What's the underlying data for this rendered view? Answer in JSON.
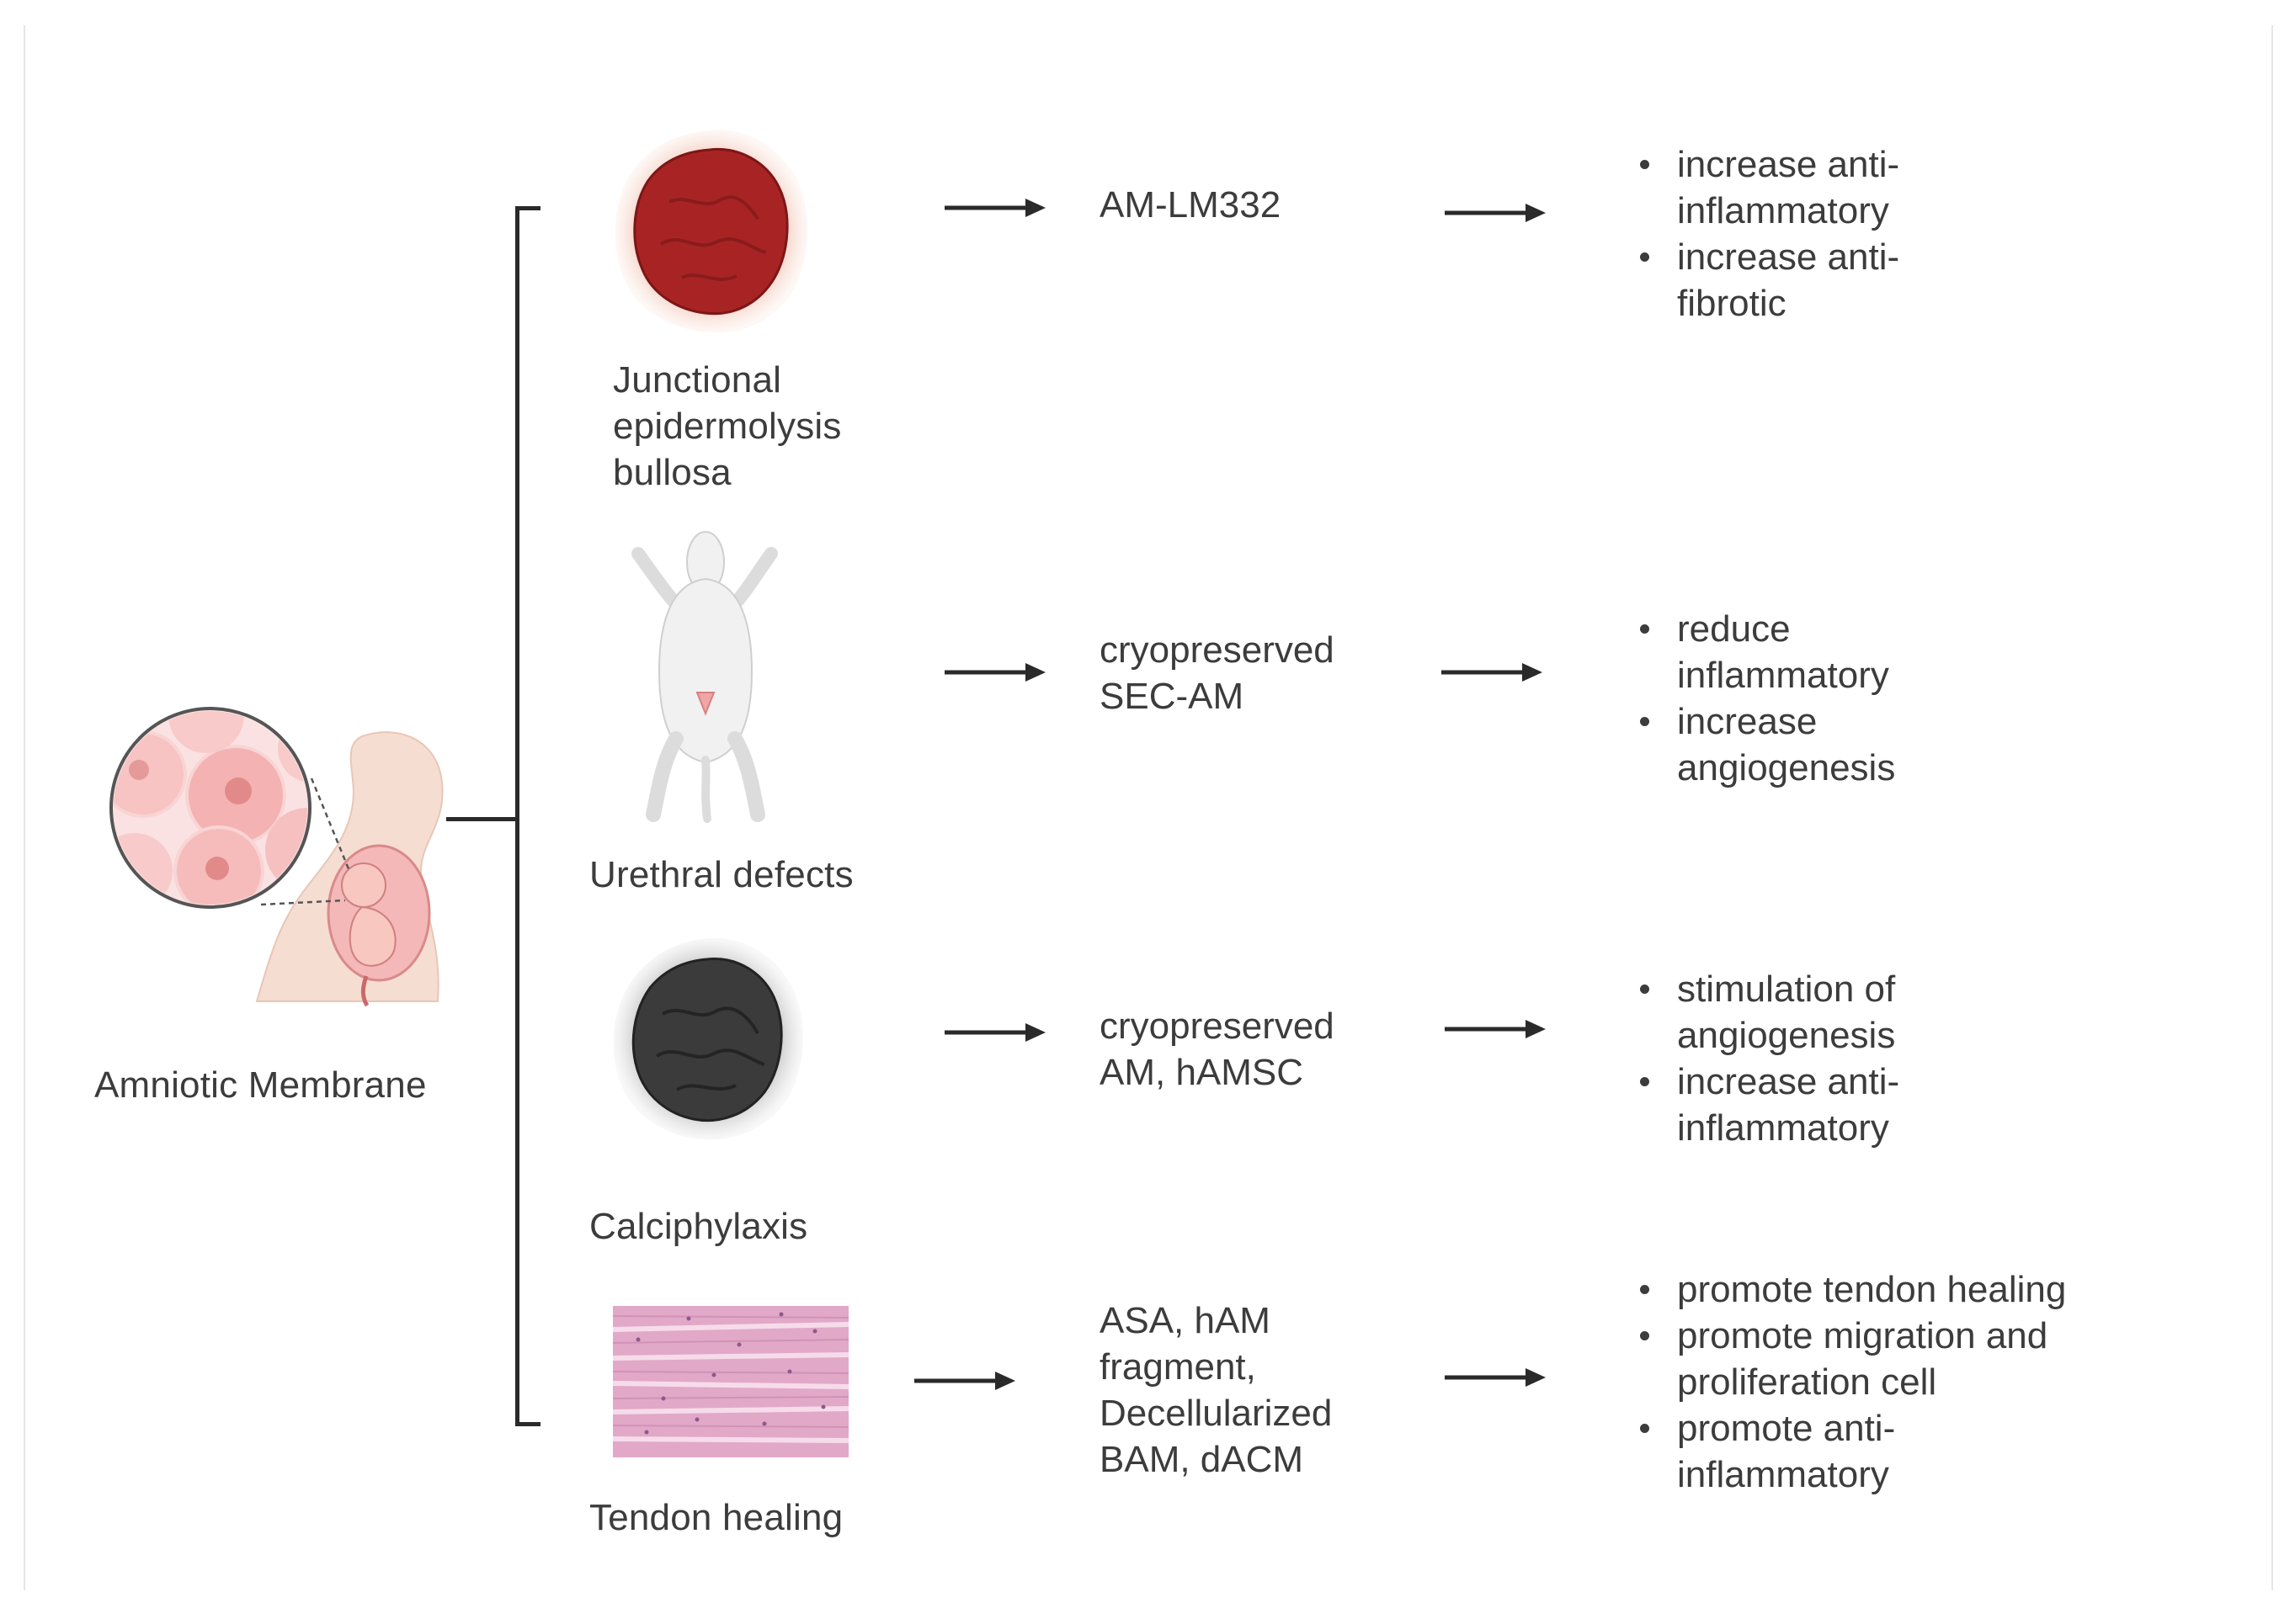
{
  "source": {
    "label": "Amniotic Membrane",
    "icon": "pregnant-abdomen-with-cells-icon"
  },
  "rows": [
    {
      "condition": "Junctional epidermolysis bullosa",
      "condition_lines": [
        "Junctional",
        "epidermolysis",
        "bullosa"
      ],
      "icon": "red-wound-icon",
      "treatment_lines": [
        "AM-LM332"
      ],
      "outcomes": [
        [
          "increase anti-",
          "inflammatory"
        ],
        [
          "increase anti-",
          "fibrotic"
        ]
      ]
    },
    {
      "condition": "Urethral defects",
      "condition_lines": [
        "Urethral defects"
      ],
      "icon": "rat-model-icon",
      "treatment_lines": [
        "cryopreserved",
        "SEC-AM"
      ],
      "outcomes": [
        [
          "reduce",
          "inflammatory"
        ],
        [
          "increase",
          "angiogenesis"
        ]
      ]
    },
    {
      "condition": "Calciphylaxis",
      "condition_lines": [
        "Calciphylaxis"
      ],
      "icon": "necrotic-wound-icon",
      "treatment_lines": [
        "cryopreserved",
        "AM, hAMSC"
      ],
      "outcomes": [
        [
          "stimulation of",
          "angiogenesis"
        ],
        [
          "increase anti-",
          "inflammatory"
        ]
      ]
    },
    {
      "condition": "Tendon healing",
      "condition_lines": [
        "Tendon healing"
      ],
      "icon": "tendon-tissue-icon",
      "treatment_lines": [
        "ASA, hAM",
        "fragment,",
        "Decellularized",
        "BAM, dACM"
      ],
      "outcomes": [
        [
          "promote tendon healing"
        ],
        [
          "promote migration and",
          "proliferation cell"
        ],
        [
          "promote anti-",
          "inflammatory"
        ]
      ]
    }
  ],
  "colors": {
    "text": "#3c3c3c",
    "line": "#2a2a2a",
    "wound_red": "#a82424",
    "necrotic": "#3b3b3b",
    "tendon_pink": "#e2a8c8",
    "cell_pink": "#f2b5b5"
  }
}
